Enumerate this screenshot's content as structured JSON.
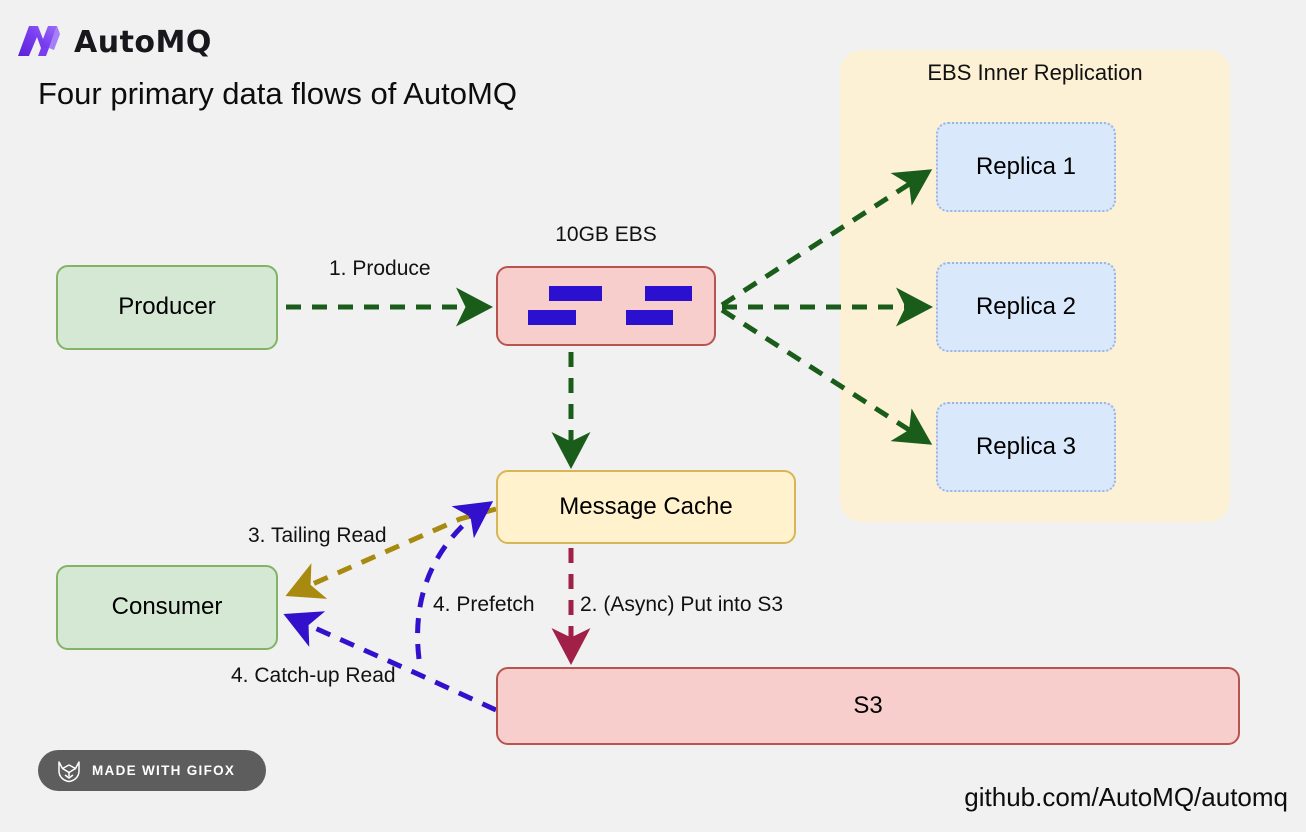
{
  "brand": {
    "name": "AutoMQ",
    "logo_icon": "automq-m-logo-icon"
  },
  "page_title": "Four primary data flows of AutoMQ",
  "nodes": {
    "producer": "Producer",
    "consumer": "Consumer",
    "ebs_caption": "10GB EBS",
    "message_cache": "Message Cache",
    "s3": "S3",
    "replication_panel_title": "EBS Inner Replication",
    "replica_1": "Replica 1",
    "replica_2": "Replica 2",
    "replica_3": "Replica 3"
  },
  "edges": {
    "produce": "1. Produce",
    "async_put": "2. (Async) Put into S3",
    "tailing_read": "3. Tailing Read",
    "prefetch": "4. Prefetch",
    "catchup_read": "4. Catch-up Read"
  },
  "footer": {
    "badge_text": "MADE WITH GIFOX",
    "badge_icon": "fox-head-icon",
    "repo_url": "github.com/AutoMQ/automq"
  },
  "colors": {
    "background": "#f1f1f1",
    "green_fill": "#d5e8d4",
    "green_stroke": "#82b366",
    "red_fill": "#f8cecc",
    "red_stroke": "#b85450",
    "yellow_fill": "#fff2cc",
    "yellow_stroke": "#d6b656",
    "blue_fill": "#dae8fc",
    "blue_stroke": "#9fb4d9",
    "panel_fill": "#fcf1d4",
    "arrow_green": "#1a5c1a",
    "arrow_darkred": "#a02048",
    "arrow_olive": "#a98a10",
    "arrow_blue": "#3311cc",
    "ebs_bar": "#2c10d0",
    "badge_bg": "#5d5d5d",
    "logo_purple": "#6933e8"
  }
}
